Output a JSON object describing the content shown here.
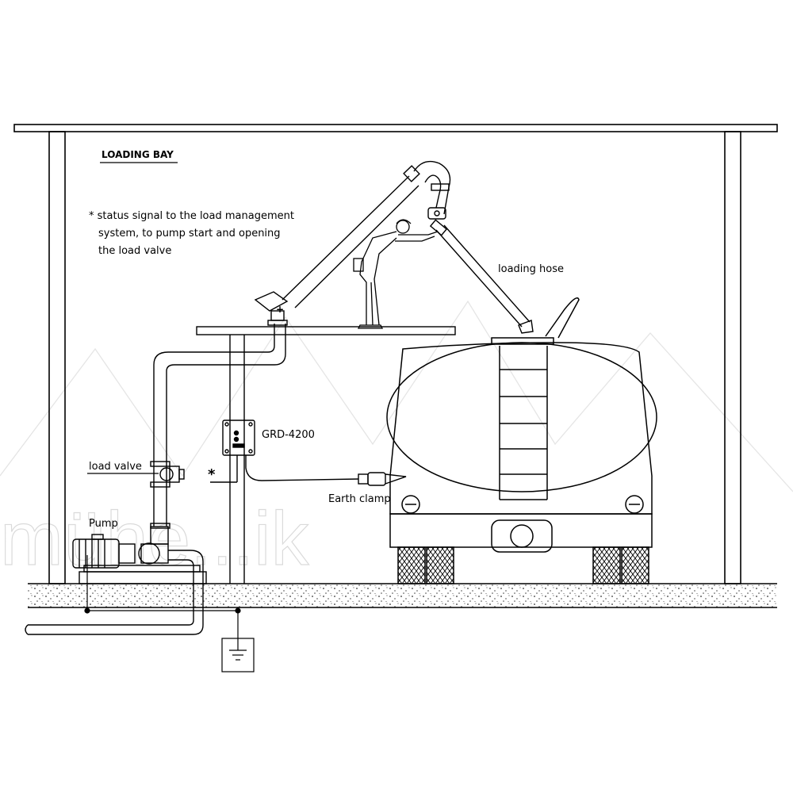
{
  "diagram": {
    "title": "LOADING BAY",
    "note_lines": [
      "* status signal to the load management",
      "system, to pump start and opening",
      "the load valve"
    ],
    "labels": {
      "loading_hose": "loading hose",
      "device": "GRD-4200",
      "load_valve": "load valve",
      "pump": "Pump",
      "earth_clamp": "Earth clamp",
      "asterisk": "*",
      "plus": "+"
    },
    "watermark": "mühe...ik"
  }
}
